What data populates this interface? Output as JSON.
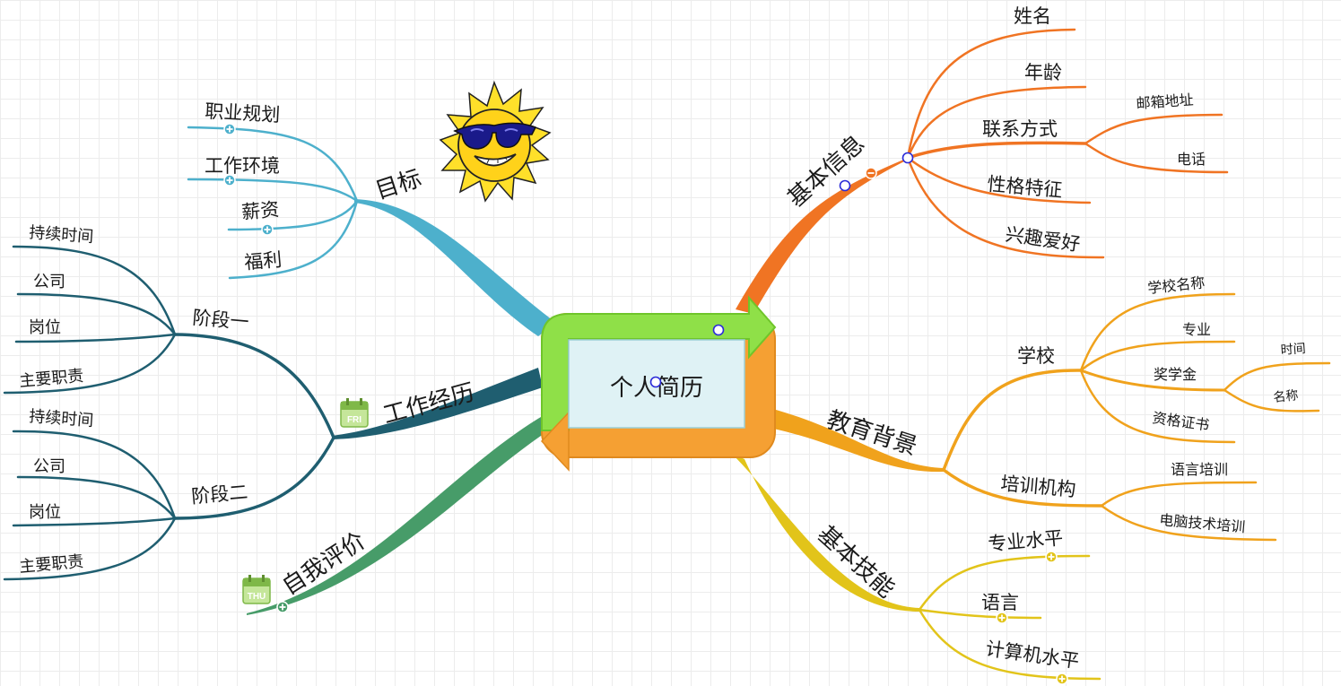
{
  "center": {
    "label": "个人简历"
  },
  "colors": {
    "orange": "#f07423",
    "amber": "#f0a21c",
    "yellow": "#e2c41a",
    "green": "#479c69",
    "darkteal": "#1f5e70",
    "lightblue": "#4db0cc",
    "frameGreen": "#8fe048",
    "frameOrange": "#f5a033",
    "centerFill": "#dff2f5"
  },
  "branches": {
    "basic_info": {
      "label": "基本信息",
      "children": [
        "姓名",
        "年龄",
        "联系方式",
        "性格特征",
        "兴趣爱好"
      ],
      "contact_children": [
        "邮箱地址",
        "电话"
      ]
    },
    "education": {
      "label": "教育背景",
      "school": {
        "label": "学校",
        "children": [
          "学校名称",
          "专业",
          "奖学金",
          "资格证书"
        ]
      },
      "scholarship_children": [
        "时间",
        "名称"
      ],
      "training": {
        "label": "培训机构",
        "children": [
          "语言培训",
          "电脑技术培训"
        ]
      }
    },
    "skills": {
      "label": "基本技能",
      "children": [
        "专业水平",
        "语言",
        "计算机水平"
      ]
    },
    "goals": {
      "label": "目标",
      "children": [
        "职业规划",
        "工作环境",
        "薪资",
        "福利"
      ]
    },
    "work": {
      "label": "工作经历",
      "icon_text": "FRI",
      "stage1": {
        "label": "阶段一",
        "children": [
          "持续时间",
          "公司",
          "岗位",
          "主要职责"
        ]
      },
      "stage2": {
        "label": "阶段二",
        "children": [
          "持续时间",
          "公司",
          "岗位",
          "主要职责"
        ]
      }
    },
    "self_eval": {
      "label": "自我评价",
      "icon_text": "THU"
    }
  },
  "icons": [
    "sun-sticker",
    "calendar-icon",
    "expand-plus-icon",
    "collapse-minus-icon"
  ]
}
